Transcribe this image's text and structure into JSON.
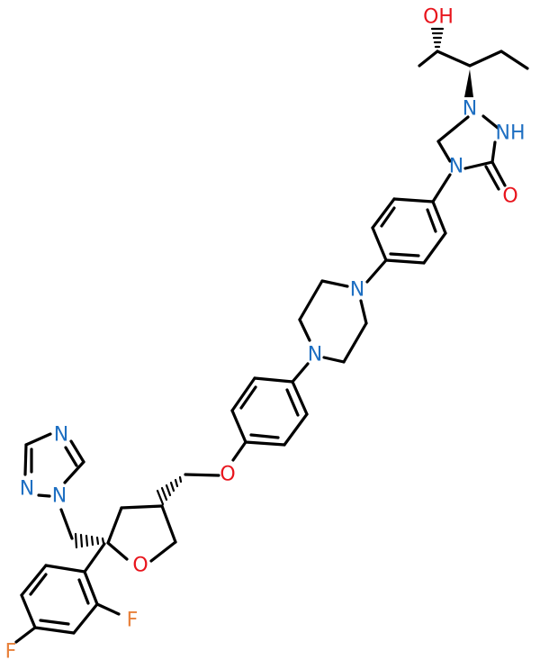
{
  "colors": {
    "bond": "#000000",
    "N": "#1e6fc2",
    "O": "#e8141c",
    "F": "#e8803a",
    "background": "#ffffff"
  },
  "atoms": {
    "oh": "OH",
    "n1": "N",
    "nh": "NH",
    "n4": "N",
    "o_carbonyl": "O",
    "pip_n_top": "N",
    "pip_n_bottom": "N",
    "o_ether": "O",
    "o_thf": "O",
    "tri_n_top": "N",
    "tri_n_left": "N",
    "tri_n1": "N",
    "f_ortho": "F",
    "f_para": "F"
  }
}
